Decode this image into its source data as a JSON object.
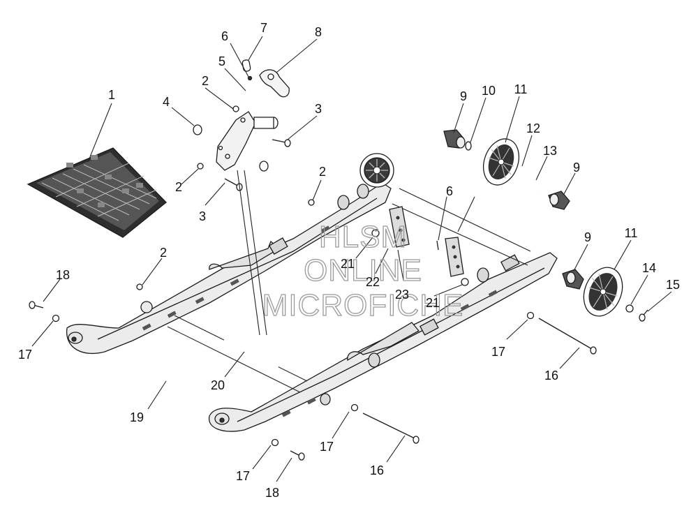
{
  "callouts": [
    "1",
    "2",
    "3",
    "4",
    "5",
    "6",
    "7",
    "8",
    "9",
    "10",
    "11",
    "12",
    "13",
    "14",
    "15",
    "16",
    "17",
    "18",
    "19",
    "20",
    "21",
    "22",
    "23"
  ],
  "watermark": {
    "line1": "HLSM",
    "line2": "ONLINE",
    "line3": "MICROFICHE"
  },
  "colors": {
    "ink": "#1c1c1c",
    "rail_fill": "#e9e9e9",
    "dark_fill": "#3a3a3a",
    "watermark": "#9a9a9a"
  }
}
